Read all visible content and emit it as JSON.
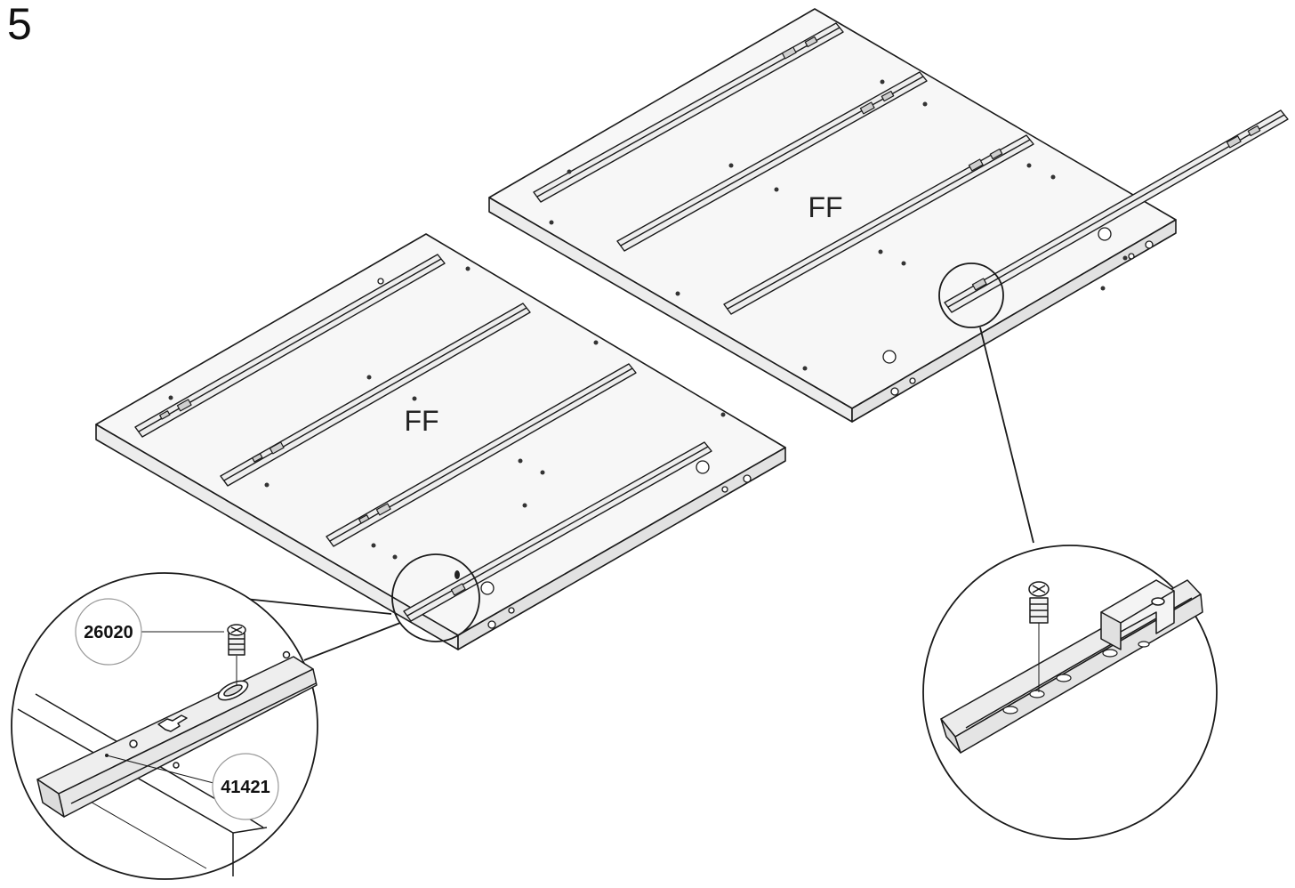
{
  "step": {
    "number": "5"
  },
  "panels": [
    {
      "id": "left",
      "label": "FF"
    },
    {
      "id": "right",
      "label": "FF"
    }
  ],
  "parts": {
    "screw": {
      "code": "26020",
      "icon": "cam-screw-icon"
    },
    "rail": {
      "code": "41421",
      "icon": "drawer-rail-icon"
    }
  },
  "colors": {
    "line": "#1a1a1a",
    "panel_top": "#f6f6f6",
    "panel_edge": "#e4e4e4",
    "rail": "#ebebeb"
  }
}
